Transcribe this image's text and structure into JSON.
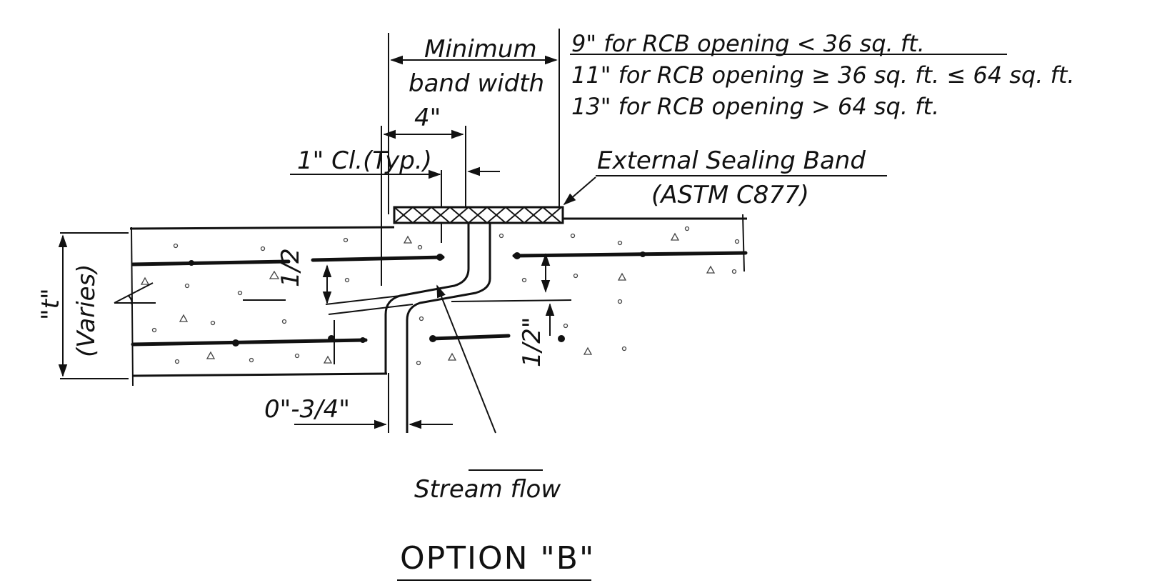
{
  "labels": {
    "minimum": "Minimum",
    "band_width": "band width",
    "four_in": "4\"",
    "clear": "1\" Cl.(Typ.)",
    "seal_band_1": "External Sealing Band",
    "seal_band_2": "(ASTM C877)",
    "half_left": "1/2",
    "half_right": "1/2\"",
    "t_label": "\"t\"",
    "varies": "(Varies)",
    "gap": "0\"-3/4\"",
    "stream_flow": "Stream flow",
    "option": "OPTION \"B\""
  },
  "notes": [
    "9\" for RCB opening < 36 sq. ft.",
    "11\" for RCB opening ≥ 36 sq. ft. ≤ 64 sq. ft.",
    "13\" for RCB opening > 64 sq. ft."
  ]
}
